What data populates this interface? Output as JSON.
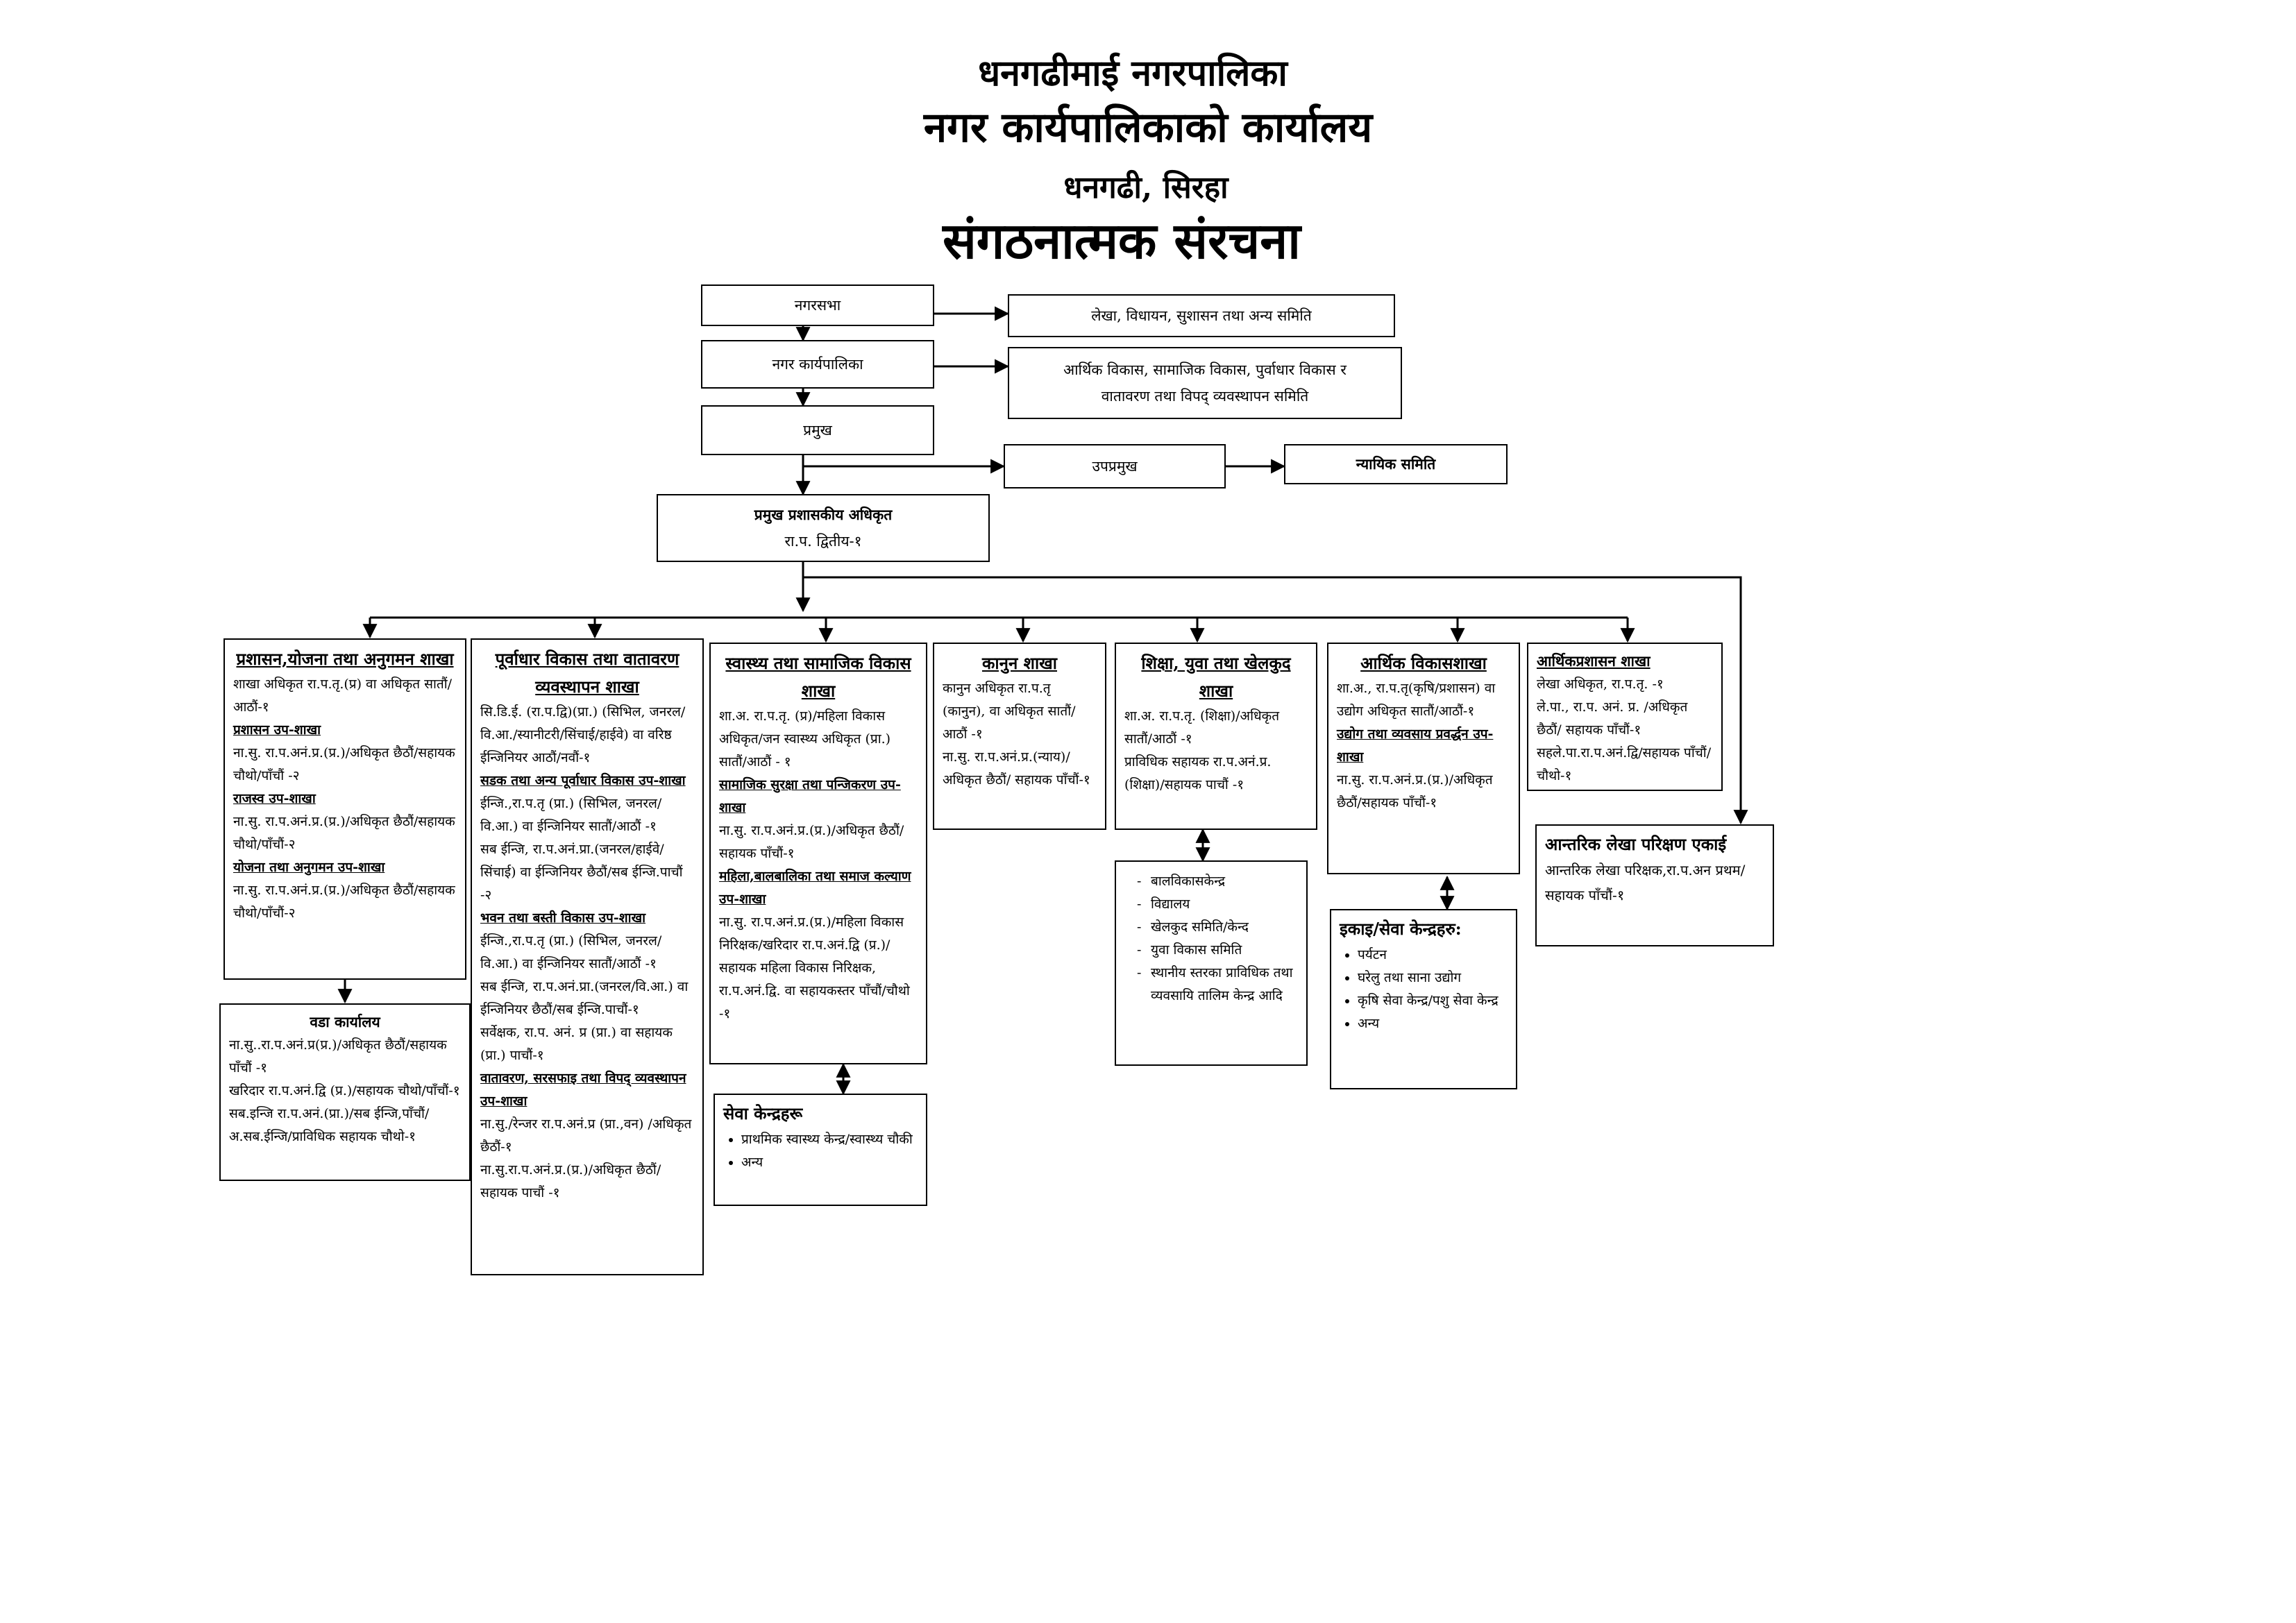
{
  "header": {
    "line1": "धनगढीमाई नगरपालिका",
    "line2": "नगर कार्यपालिकाको कार्यालय",
    "line3": "धनगढी, सिरहा",
    "line4": "संगठनात्मक संरचना"
  },
  "top": {
    "nagarsabha": "नगरसभा",
    "committee1": "लेखा, विधायन, सुशासन तथा अन्य समिति",
    "karyapalika": "नगर कार्यपालिका",
    "committee2": "आर्थिक विकास, सामाजिक विकास, पुर्वाधार विकास र\nवातावरण तथा विपद् व्यवस्थापन समिति",
    "pramukh": "प्रमुख",
    "upapramukh": "उपप्रमुख",
    "nyayik": "न्यायिक समिति",
    "cao_title": "प्रमुख प्रशासकीय अधिकृत",
    "cao_post": "रा.प. द्वितीय-१"
  },
  "b1": {
    "title": "प्रशासन,योजना तथा अनुगमन शाखा",
    "t1": "शाखा अधिकृत रा.प.तृ.(प्र) वा अधिकृत सातौं/आठौं-१",
    "s1": "प्रशासन उप-शाखा",
    "t2": "ना.सु. रा.प.अनं.प्र.(प्र.)/अधिकृत छैठौं/सहायक चौथो/पाँचौं -२",
    "s2": "राजस्व उप-शाखा",
    "t3": "ना.सु. रा.प.अनं.प्र.(प्र.)/अधिकृत छैठौं/सहायक चौथो/पाँचौं-२",
    "s3": "योजना तथा अनुगमन उप-शाखा",
    "t4": "ना.सु. रा.प.अनं.प्र.(प्र.)/अधिकृत छैठौं/सहायक चौथो/पाँचौं-२"
  },
  "ward": {
    "title": "वडा कार्यालय",
    "t1": "ना.सु..रा.प.अनं.प्र(प्र.)/अधिकृत छैठौं/सहायक पाँचौं -१",
    "t2": "खरिदार रा.प.अनं.द्वि (प्र.)/सहायक चौथो/पाँचौं-१",
    "t3": "सब.इन्जि रा.प.अनं.(प्रा.)/सब ईन्जि,पाँचौं/अ.सब.ईन्जि/प्राविधिक सहायक चौथो-१"
  },
  "b2": {
    "title": "पूर्वाधार विकास तथा वातावरण व्यवस्थापन शाखा",
    "t1": "सि.डि.ई. (रा.प.द्वि)(प्रा.) (सिभिल, जनरल/वि.आ./स्यानीटरी/सिंचाई/हाईवे) वा वरिष्ठ ईन्जिनियर आठौं/नवौं-१",
    "s1": "सडक तथा अन्य पूर्वाधार विकास उप-शाखा",
    "t2": "ईन्जि.,रा.प.तृ (प्रा.) (सिभिल, जनरल/वि.आ.) वा ईन्जिनियर सातौं/आठौं -१",
    "t3": "सब ईन्जि, रा.प.अनं.प्रा.(जनरल/हाईवे/सिंचाई) वा ईन्जिनियर छैठौं/सब ईन्जि.पाचौं -२",
    "s2": "भवन तथा बस्ती विकास उप-शाखा",
    "t4": "ईन्जि.,रा.प.तृ (प्रा.) (सिभिल, जनरल/वि.आ.) वा ईन्जिनियर सातौं/आठौं -१",
    "t5": "सब ईन्जि, रा.प.अनं.प्रा.(जनरल/वि.आ.) वा ईन्जिनियर छैठौं/सब ईन्जि.पाचौं-१",
    "t6": "सर्वेक्षक, रा.प. अनं. प्र (प्रा.) वा सहायक (प्रा.) पाचौं-१",
    "s3": "वातावरण, सरसफाइ तथा विपद् व्यवस्थापन उप-शाखा",
    "t7": "ना.सु./रेन्जर रा.प.अनं.प्र (प्रा.,वन) /अधिकृत छैठौं-१",
    "t8": "ना.सु.रा.प.अनं.प्र.(प्र.)/अधिकृत छैठौं/सहायक पाचौं -१"
  },
  "b3": {
    "title": "स्वास्थ्य तथा सामाजिक विकास शाखा",
    "t1": "शा.अ. रा.प.तृ. (प्र)/महिला विकास अधिकृत/जन स्वास्थ्य अधिकृत (प्रा.) सातौं/आठौं - १",
    "s1": "सामाजिक सुरक्षा तथा पन्जिकरण उप-शाखा",
    "t2": "ना.सु. रा.प.अनं.प्र.(प्र.)/अधिकृत छैठौं/सहायक पाँचौं-१",
    "s2": "महिला,बालबालिका तथा समाज कल्याण उप-शाखा",
    "t3": "ना.सु. रा.प.अनं.प्र.(प्र.)/महिला विकास निरिक्षक/खरिदार रा.प.अनं.द्वि (प्र.)/सहायक महिला विकास निरिक्षक, रा.प.अनं.द्वि. वा सहायकस्तर पाँचौं/चौथो -१"
  },
  "seva": {
    "title": "सेवा केन्द्रहरू",
    "items": [
      "प्राथमिक स्वास्थ्य केन्द्र/स्वास्थ्य चौकी",
      "अन्य"
    ]
  },
  "b4": {
    "title": "कानुन शाखा",
    "t1": "कानुन अधिकृत रा.प.तृ (कानुन), वा अधिकृत सातौं/आठौं -१",
    "t2": "ना.सु. रा.प.अनं.प्र.(न्याय)/ अधिकृत छैठौं/ सहायक पाँचौं-१"
  },
  "b5": {
    "title": "शिक्षा, युवा तथा खेलकुद शाखा",
    "t1": "शा.अ. रा.प.तृ. (शिक्षा)/अधिकृत सातौं/आठौं -१",
    "t2": "प्राविधिक सहायक रा.प.अनं.प्र.(शिक्षा)/सहायक पाचौं -१"
  },
  "edu_units": {
    "items": [
      "बालविकासकेन्द्र",
      "विद्यालय",
      "खेलकुद समिति/केन्द",
      "युवा विकास समिति",
      "स्थानीय स्तरका प्राविधिक तथा व्यवसायि तालिम केन्द्र आदि"
    ]
  },
  "b6": {
    "title": "आर्थिक विकासशाखा",
    "t1": "शा.अ., रा.प.तृ(कृषि/प्रशासन) वा उद्योग अधिकृत सातौं/आठौं-१",
    "s1": "उद्योग तथा व्यवसाय प्रवर्द्धन उप-शाखा",
    "t2": "ना.सु. रा.प.अनं.प्र.(प्र.)/अधिकृत छैठौं/सहायक पाँचौं-१"
  },
  "ikai": {
    "title": "इकाइ/सेवा केन्द्रहरु:",
    "items": [
      "पर्यटन",
      "घरेलु तथा साना उद्योग",
      "कृषि सेवा केन्द्र/पशु सेवा केन्द्र",
      "अन्य"
    ]
  },
  "b7": {
    "title": "आर्थिकप्रशासन शाखा",
    "t1": "लेखा अधिकृत, रा.प.तृ. -१",
    "t2": "ले.पा., रा.प. अनं. प्र. /अधिकृत छैठौं/ सहायक पाँचौं-१",
    "t3": "सहले.पा.रा.प.अनं.द्वि/सहायक पाँचौं/चौथो-१"
  },
  "audit": {
    "title": "आन्तरिक लेखा परिक्षण एकाई",
    "t1": "आन्तरिक लेखा परिक्षक,रा.प.अन प्रथम/सहायक पाँचौं-१"
  }
}
